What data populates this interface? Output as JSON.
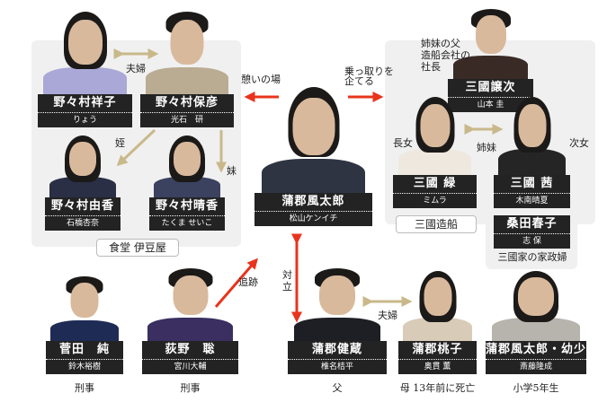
{
  "groups": {
    "shokudo": "食堂 伊豆屋",
    "mikuni_zosen": "三國造船"
  },
  "characters": [
    {
      "id": "shoko",
      "name": "野々村祥子",
      "actor": "りょう"
    },
    {
      "id": "yasuhiko",
      "name": "野々村保彦",
      "actor": "光石　研"
    },
    {
      "id": "yuka",
      "name": "野々村由香",
      "actor": "石橋杏奈"
    },
    {
      "id": "haruka",
      "name": "野々村晴香",
      "actor": "たくま せいこ"
    },
    {
      "id": "futaro",
      "name": "蒲郡風太郎",
      "actor": "松山ケンイチ"
    },
    {
      "id": "joji",
      "name": "三國譲次",
      "actor": "山本 圭",
      "note": "姉妹の父\n造船会社の\n社長"
    },
    {
      "id": "midori",
      "name": "三國 緑",
      "actor": "ミムラ",
      "note": "長女"
    },
    {
      "id": "akane",
      "name": "三國 茜",
      "actor": "木南晴夏",
      "note": "次女"
    },
    {
      "id": "haruko",
      "name": "桑田春子",
      "actor": "志 保",
      "note": "三國家の家政婦"
    },
    {
      "id": "sugata",
      "name": "菅田　純",
      "actor": "鈴木裕樹",
      "note": "刑事"
    },
    {
      "id": "ogino",
      "name": "荻野　聡",
      "actor": "宮川大輔",
      "note": "刑事"
    },
    {
      "id": "kenzo",
      "name": "蒲郡健蔵",
      "actor": "椎名桔平",
      "note": "父"
    },
    {
      "id": "momoko",
      "name": "蒲郡桃子",
      "actor": "奥貫 薫",
      "note": "母 13年前に死亡"
    },
    {
      "id": "futaro_young",
      "name": "蒲郡風太郎・幼少",
      "actor": "斎藤隆成",
      "note": "小学5年生"
    }
  ],
  "relations": {
    "shoko_yasuhiko": "夫婦",
    "niece": "姪",
    "sister": "妹",
    "ikoi": "憩いの場",
    "nottori": "乗っ取りを\n企てる",
    "shimai": "姉妹",
    "tsuiseki": "追跡",
    "tairitsu": "対\n立",
    "kenzo_momoko": "夫婦"
  },
  "colors": {
    "red_arrow": "#e8341c",
    "tan_arrow": "#c9b98a",
    "plate": "#232323",
    "group_bg": "#f0f0f0"
  }
}
